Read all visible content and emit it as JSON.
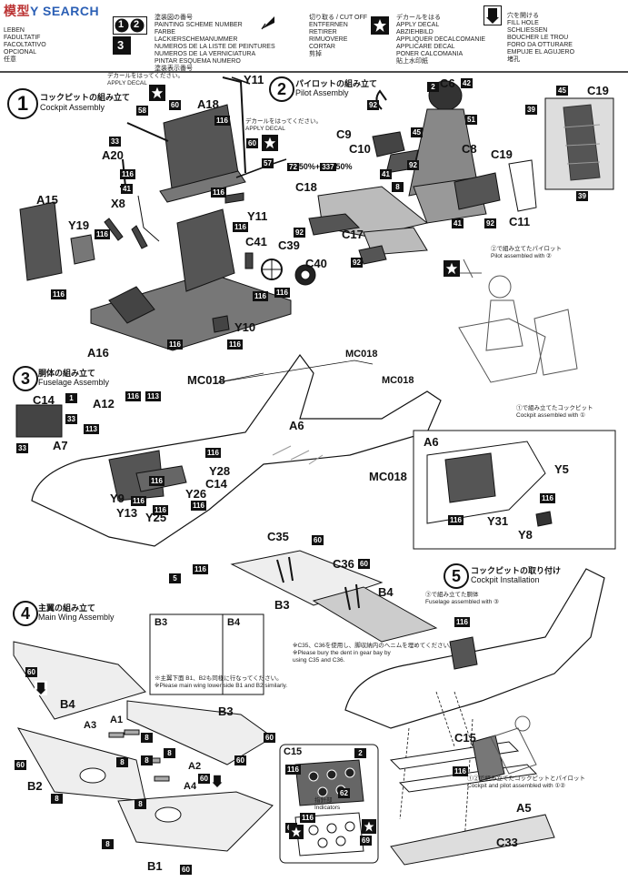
{
  "watermark": {
    "prefix": "模型",
    "suffix": "Y SEARCH"
  },
  "header": {
    "painting_numbers": [
      "FARBE",
      "LACKIERSCHEMANUMMER",
      "NUMEROS DE LA LISTE DE PEINTURES",
      "NUMEROS DE LA VERNICIATURA",
      "PINTAR ESQUEMA NUMERO",
      "塗装表示番号"
    ],
    "painting_ja": "塗装図の番号\nPAINTING SCHEME NUMBER",
    "left_col": [
      "LEBEN",
      "FADULTATIF",
      "FACOLTATIVO",
      "OPCIONAL",
      "任意"
    ],
    "cut_off": [
      "切り取る / CUT OFF",
      "ENTFERNEN",
      "RETIRER",
      "RIMUOVERE",
      "CORTAR",
      "剪掉"
    ],
    "apply_decal": [
      "デカールをはる",
      "APPLY DECAL",
      "ABZIEHBILD",
      "APPLIQUER DECALCOMANIE",
      "APPLICARE DECAL",
      "PONER CALCOMANIA",
      "貼上水印紙"
    ],
    "fill_hole": [
      "穴を開ける",
      "FILL HOLE",
      "SCHLIESSEN",
      "BOUCHER LE TROU",
      "FORO DA OTTURARE",
      "EMPUJE EL AGUJERO",
      "堵孔"
    ],
    "step_badges": [
      "1",
      "2",
      "3"
    ]
  },
  "steps": [
    {
      "num": "1",
      "ja": "コックピットの組み立て",
      "en": "Cockpit Assembly"
    },
    {
      "num": "2",
      "ja": "パイロットの組み立て",
      "en": "Pilot Assembly"
    },
    {
      "num": "3",
      "ja": "胴体の組み立て",
      "en": "Fuselage Assembly"
    },
    {
      "num": "4",
      "ja": "主翼の組み立て",
      "en": "Main Wing Assembly"
    },
    {
      "num": "5",
      "ja": "コックピットの取り付け",
      "en": "Cockpit Installation"
    }
  ],
  "decal_notes": {
    "top": "デカールをはってください。\nAPPLY DECAL",
    "mid": "デカールをはってください。\nAPPLY DECAL"
  },
  "paint_mix": {
    "a": "72",
    "p1": "50%",
    "plus": "+",
    "b": "337",
    "p2": "50%"
  },
  "step1_labels": {
    "A18": "A18",
    "Y11a": "Y11",
    "Y11b": "Y11",
    "A20": "A20",
    "X8": "X8",
    "A15": "A15",
    "Y19": "Y19",
    "C41": "C41",
    "C39": "C39",
    "C40": "C40",
    "Y10": "Y10",
    "A16": "A16"
  },
  "step1_nums": {
    "n60a": "60",
    "n116a": "116",
    "n58": "58",
    "n33": "33",
    "n116b": "116",
    "n41": "41",
    "n116c": "116",
    "n116d": "116",
    "n116e": "116",
    "n116f": "116",
    "n116g": "116",
    "n116h": "116",
    "n116i": "116",
    "n116j": "116",
    "n57": "57",
    "n60b": "60"
  },
  "step2_labels": {
    "C6": "C6",
    "C9": "C9",
    "C10": "C10",
    "C8": "C8",
    "C19a": "C19",
    "C19b": "C19",
    "C18": "C18",
    "C17": "C17",
    "C11": "C11",
    "n2": "2",
    "n42": "42",
    "n92a": "92",
    "n51": "51",
    "n45": "45",
    "n41a": "41",
    "n92b": "92",
    "n8": "8",
    "n92c": "92",
    "n41b": "41",
    "n92d": "92",
    "n92e": "92",
    "n45b": "45",
    "n39a": "39",
    "n39b": "39"
  },
  "pilot_seat_note": {
    "ja": "②で組み立てたパイロット",
    "en": "Pilot assembled with ②"
  },
  "cockpit_note": {
    "ja": "①で組み立てたコックピット",
    "en": "Cockpit assembled with ①"
  },
  "step3_labels": {
    "C14a": "C14",
    "A12": "A12",
    "A7": "A7",
    "MC018a": "MC018",
    "A6a": "A6",
    "Y28": "Y28",
    "C14b": "C14",
    "Y26": "Y26",
    "Y9": "Y9",
    "Y13": "Y13",
    "Y25": "Y25",
    "MC018b": "MC018",
    "MC018c": "MC018",
    "MC018d": "MC018",
    "A6b": "A6",
    "Y5": "Y5",
    "Y31": "Y31",
    "Y8": "Y8"
  },
  "step3_nums": {
    "n1": "1",
    "n33a": "33",
    "n33b": "33",
    "n116a": "116",
    "n113a": "113",
    "n113b": "113",
    "n116b": "116",
    "n116c": "116",
    "n116d": "116",
    "n116e": "116",
    "n5": "5",
    "n116f": "116",
    "n116g": "116",
    "n116h": "116",
    "n116i": "116"
  },
  "gear_labels": {
    "C35": "C35",
    "C36": "C36",
    "B3": "B3",
    "B4": "B4",
    "n60a": "60",
    "n60b": "60"
  },
  "gear_note": "※C35、C36を使用し、脚収納内のヘニムを埋めてください。\n※Please bury the dent in gear bay by\nusing C35 and C36.",
  "step4_labels": {
    "B3a": "B3",
    "B4a": "B4",
    "B4b": "B4",
    "B3b": "B3",
    "A3": "A3",
    "A1": "A1",
    "A2": "A2",
    "A4": "A4",
    "B2": "B2",
    "B1": "B1"
  },
  "step4_nums": {
    "n60a": "60",
    "n60b": "60",
    "n8a": "8",
    "n8b": "8",
    "n8c": "8",
    "n60c": "60",
    "n60d": "60",
    "n8d": "8",
    "n8e": "8",
    "n8f": "8",
    "n8g": "8",
    "n60e": "60",
    "n60f": "60"
  },
  "wing_note": "※主翼下面 B1、B2も同様に行なってください。\n※Please main wing lower side B1 and B2 similarly.",
  "step5_labels": {
    "fuselage_ja": "③で組み立てた胴体",
    "fuselage_en": "Fuselage assembled with ③",
    "C15a": "C15",
    "C15b": "C15",
    "A5": "A5",
    "C33": "C33",
    "n116a": "116",
    "n116b": "116",
    "n2": "2",
    "n116c": "116",
    "n116d": "116",
    "n62": "62",
    "n66": "66",
    "n69": "69",
    "indicator_ja": "指針部",
    "indicator_en": "Indicators",
    "cp_ja": "①②で組み立てたコックピットとパイロット",
    "cp_en": "Cockpit and pilot assembled with ①②"
  }
}
